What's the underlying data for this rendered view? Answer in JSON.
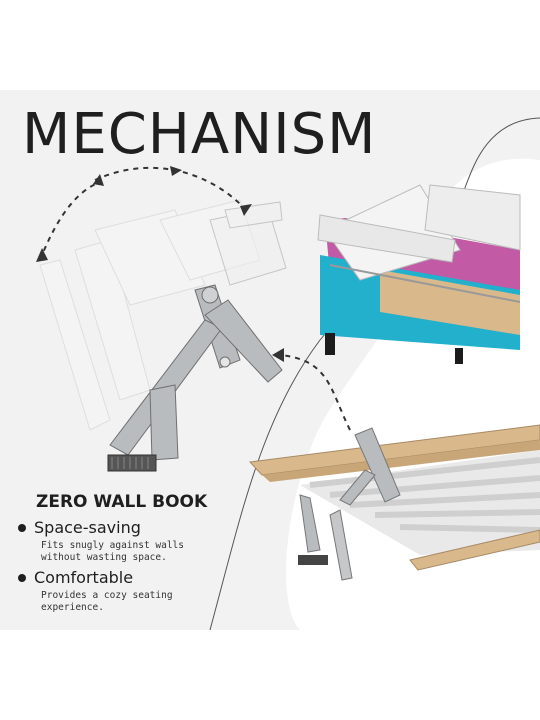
{
  "header": {
    "title": "MECHANISM"
  },
  "product": {
    "name": "ZERO WALL BOOK"
  },
  "features": [
    {
      "title": "Space-saving",
      "description": "Fits snugly against walls without wasting space."
    },
    {
      "title": "Comfortable",
      "description": "Provides a cozy seating experience."
    }
  ],
  "colors": {
    "background": "#f2f2f2",
    "text": "#1f1f1f",
    "sofa_blue": "#22b0cc",
    "sofa_pink": "#c35aa5",
    "wood": "#d9b88c",
    "metal": "#b9bcbf"
  },
  "icons": [
    "dashed-arrow-arc",
    "dashed-arrow-curve",
    "bullet-dot"
  ]
}
